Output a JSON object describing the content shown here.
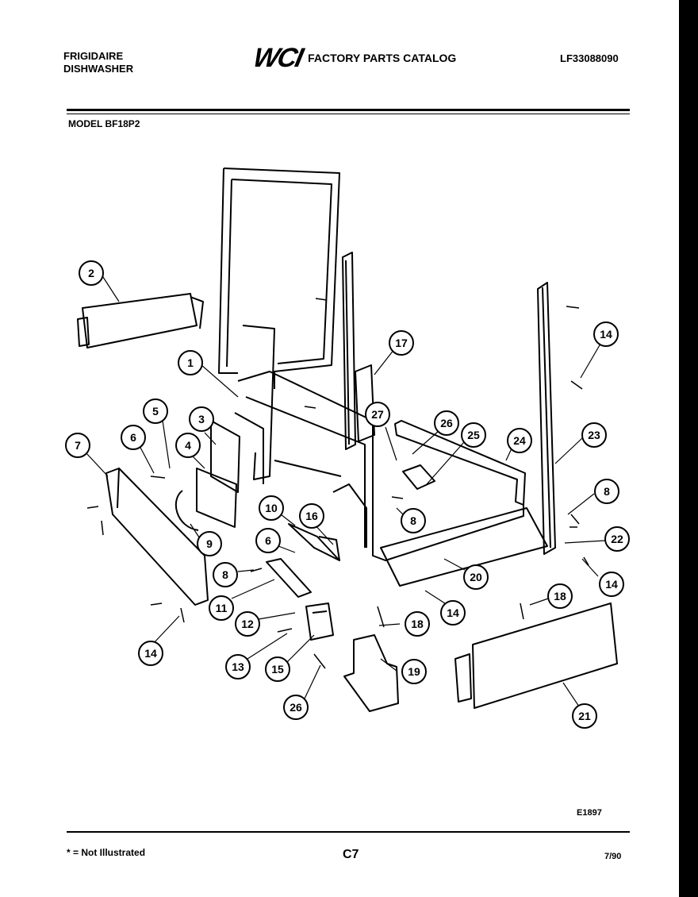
{
  "header": {
    "brand_line1": "FRIGIDAIRE",
    "brand_line2": "DISHWASHER",
    "logo_text": "WCI",
    "catalog_title": "FACTORY PARTS CATALOG",
    "catalog_number": "LF33088090"
  },
  "model_label": "MODEL BF18P2",
  "diagram_ref": "E1897",
  "footer": {
    "note": "* = Not Illustrated",
    "page": "C7",
    "date": "7/90"
  },
  "callouts": [
    {
      "id": "c1",
      "label": "1"
    },
    {
      "id": "c2",
      "label": "2"
    },
    {
      "id": "c3",
      "label": "3"
    },
    {
      "id": "c4",
      "label": "4"
    },
    {
      "id": "c5",
      "label": "5"
    },
    {
      "id": "c6a",
      "label": "6"
    },
    {
      "id": "c6b",
      "label": "6"
    },
    {
      "id": "c7",
      "label": "7"
    },
    {
      "id": "c8a",
      "label": "8"
    },
    {
      "id": "c8b",
      "label": "8"
    },
    {
      "id": "c8c",
      "label": "8"
    },
    {
      "id": "c9",
      "label": "9"
    },
    {
      "id": "c10",
      "label": "10"
    },
    {
      "id": "c11",
      "label": "11"
    },
    {
      "id": "c12",
      "label": "12"
    },
    {
      "id": "c13",
      "label": "13"
    },
    {
      "id": "c14a",
      "label": "14"
    },
    {
      "id": "c14b",
      "label": "14"
    },
    {
      "id": "c14c",
      "label": "14"
    },
    {
      "id": "c14d",
      "label": "14"
    },
    {
      "id": "c15",
      "label": "15"
    },
    {
      "id": "c16",
      "label": "16"
    },
    {
      "id": "c17",
      "label": "17"
    },
    {
      "id": "c18a",
      "label": "18"
    },
    {
      "id": "c18b",
      "label": "18"
    },
    {
      "id": "c19",
      "label": "19"
    },
    {
      "id": "c20",
      "label": "20"
    },
    {
      "id": "c21",
      "label": "21"
    },
    {
      "id": "c22",
      "label": "22"
    },
    {
      "id": "c23",
      "label": "23"
    },
    {
      "id": "c24",
      "label": "24"
    },
    {
      "id": "c25",
      "label": "25"
    },
    {
      "id": "c26a",
      "label": "26"
    },
    {
      "id": "c26b",
      "label": "26"
    },
    {
      "id": "c27",
      "label": "27"
    }
  ]
}
